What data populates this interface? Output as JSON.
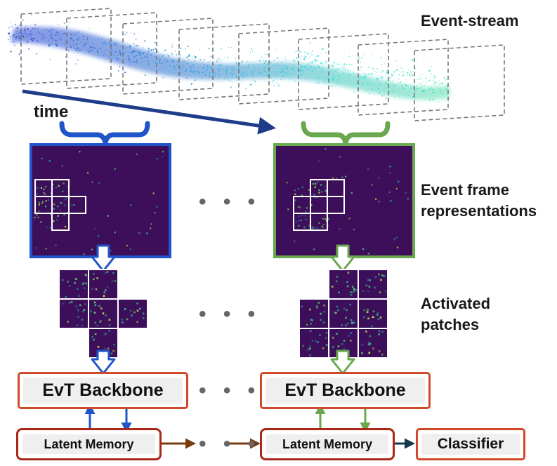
{
  "labels": {
    "event_stream": "Event-stream",
    "time": "time",
    "event_frame_line1": "Event frame",
    "event_frame_line2": "representations",
    "activated_line1": "Activated",
    "activated_line2": "patches"
  },
  "boxes": {
    "backbone_left": "EvT Backbone",
    "backbone_right": "EvT Backbone",
    "memory_left": "Latent Memory",
    "memory_right": "Latent Memory",
    "classifier": "Classifier"
  },
  "ellipses": {
    "frames": "• • •",
    "patches": "• • •",
    "backbone": "• • •",
    "memory": "• • •"
  },
  "colors": {
    "blue": "#1f55c8",
    "green": "#6aa84f",
    "frame_bg": "#3d0f5a",
    "box_border": "#d04a2a",
    "memory_border": "#a8281a",
    "time_arrow": "#1e3c8a",
    "memory_arrow": "#7a3b0f",
    "classifier_arrow": "#143a4a"
  }
}
